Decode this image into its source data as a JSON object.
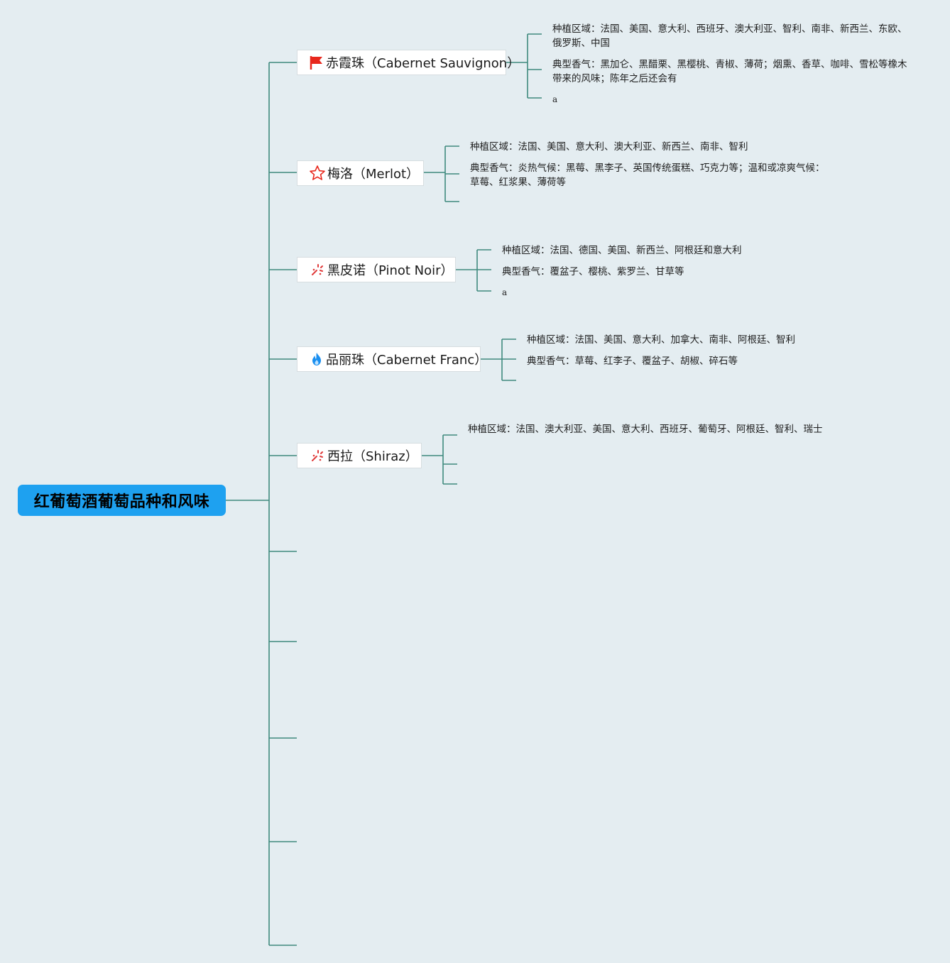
{
  "root": {
    "title": "红葡萄酒葡萄品种和风味"
  },
  "branches": [
    {
      "icon": "flag-icon",
      "label": "赤霞珠（Cabernet Sauvignon）",
      "region": "种植区域：法国、美国、意大利、西班牙、澳大利亚、智利、南非、新西兰、东欧、俄罗斯、中国",
      "aroma": "典型香气：黑加仑、黑醋栗、黑樱桃、青椒、薄荷；烟熏、香草、咖啡、雪松等橡木带来的风味；陈年之后还会有",
      "extra": "a"
    },
    {
      "icon": "star-outline-icon",
      "label": "梅洛（Merlot）",
      "region": "种植区域：法国、美国、意大利、澳大利亚、新西兰、南非、智利",
      "aroma": "典型香气：炎热气候：黑莓、黑李子、英国传统蛋糕、巧克力等；温和或凉爽气候：草莓、红浆果、薄荷等",
      "extra": "￼"
    },
    {
      "icon": "sparkle-icon",
      "label": "黑皮诺（Pinot Noir）",
      "region": "种植区域：法国、德国、美国、新西兰、阿根廷和意大利",
      "aroma": "典型香气：覆盆子、樱桃、紫罗兰、甘草等",
      "extra": "a"
    },
    {
      "icon": "flame-icon",
      "label": "品丽珠（Cabernet Franc）",
      "region": "种植区域：法国、美国、意大利、加拿大、南非、阿根廷、智利",
      "aroma": "典型香气：草莓、红李子、覆盆子、胡椒、碎石等",
      "extra": ""
    },
    {
      "icon": "sparkle-icon",
      "label": "西拉（Shiraz）",
      "region": "种植区域：法国、澳大利亚、美国、意大利、西班牙、葡萄牙、阿根廷、智利、瑞士",
      "aroma": "",
      "extra": ""
    }
  ],
  "colors": {
    "connector": "#3e8a7e",
    "root_fill": "#1ea1f0",
    "background": "#e4edf1"
  }
}
